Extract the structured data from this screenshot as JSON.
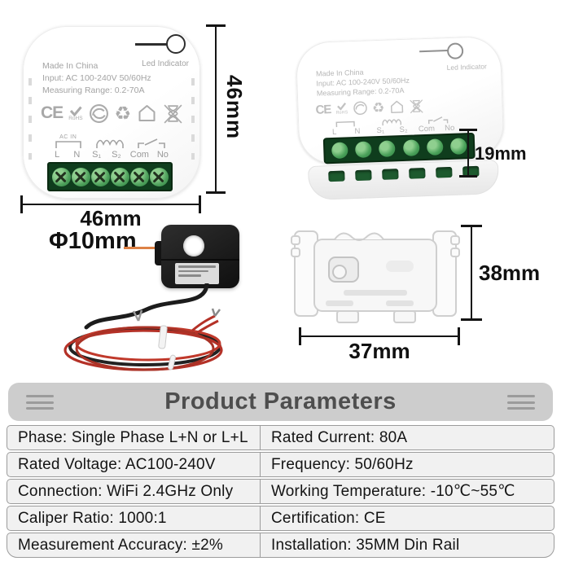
{
  "device_text": {
    "led_indicator": "Led Indicator",
    "made_in": "Made In China",
    "input_line": "Input: AC 100-240V 50/60Hz",
    "range_line": "Measuring Range: 0.2-70A",
    "ce_mark": "CE",
    "rohs": "RoHS",
    "ac_in": "AC IN",
    "terminals": [
      "L",
      "N",
      "S₁",
      "S₂",
      "Com",
      "No"
    ]
  },
  "dimensions": {
    "front_height": "46mm",
    "front_width": "46mm",
    "side_height": "19mm",
    "bracket_height": "38mm",
    "bracket_width": "37mm",
    "ct_hole_diameter": "Φ10mm"
  },
  "parameters": {
    "title": "Product Parameters",
    "rows": [
      {
        "left": "Phase: Single Phase L+N or L+L",
        "right": "Rated Current: 80A"
      },
      {
        "left": "Rated Voltage: AC100-240V",
        "right": "Frequency: 50/60Hz"
      },
      {
        "left": "Connection: WiFi 2.4GHz Only",
        "right": "Working Temperature: -10℃~55℃"
      },
      {
        "left": "Caliper Ratio: 1000:1",
        "right": "Certification: CE"
      },
      {
        "left": "Measurement Accuracy: ±2%",
        "right": "Installation: 35MM Din Rail"
      }
    ]
  },
  "colors": {
    "terminal_green": "#3f9e52",
    "terminal_dark": "#0f3d1d",
    "arrow_orange": "#dd8145",
    "wire_red": "#b43127",
    "header_gray": "#cdcdcd",
    "row_gray": "#f1f1f1",
    "dimension_ink": "#141414"
  }
}
